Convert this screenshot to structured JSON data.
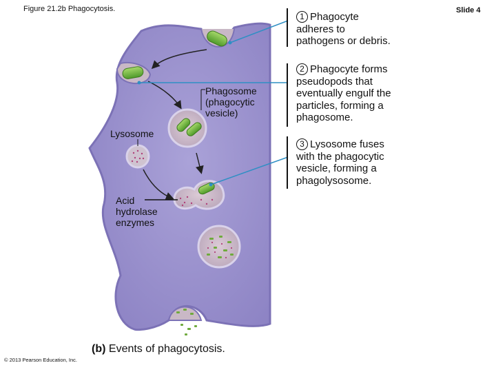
{
  "figure_title": "Figure 21.2b  Phagocytosis.",
  "slide_label": "Slide 4",
  "steps": [
    {
      "number": "1",
      "first_line": "Phagocyte",
      "rest": [
        "adheres to",
        "pathogens or debris."
      ]
    },
    {
      "number": "2",
      "first_line": "Phagocyte forms",
      "rest": [
        "pseudopods that",
        "eventually engulf the",
        "particles, forming a",
        "phagosome."
      ]
    },
    {
      "number": "3",
      "first_line": "Lysosome fuses",
      "rest": [
        "with the phagocytic",
        "vesicle, forming a",
        "phagolysosome."
      ]
    }
  ],
  "labels": {
    "phagosome": [
      "Phagosome",
      "(phagocytic",
      "vesicle)"
    ],
    "lysosome": "Lysosome",
    "acid_hydrolase": [
      "Acid",
      "hydrolase",
      "enzymes"
    ]
  },
  "caption": {
    "letter": "(b)",
    "text": "Events of phagocytosis."
  },
  "copyright": "© 2013 Pearson Education, Inc.",
  "colors": {
    "cell_body": "#9a91cc",
    "cell_edge": "#7c72b6",
    "vesicle_fill": "#c9b8c6",
    "bacterium": "#79b843",
    "enzyme_dots": "#b0407a",
    "leader_line": "#2f8fc4"
  }
}
